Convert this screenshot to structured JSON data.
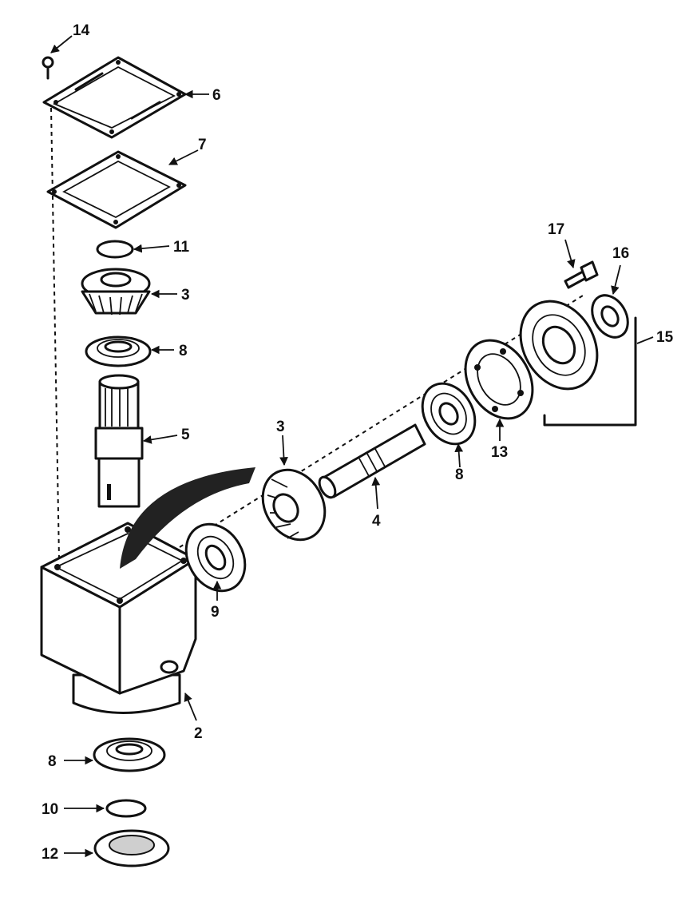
{
  "callouts": {
    "c2": "2",
    "c3a": "3",
    "c3b": "3",
    "c4": "4",
    "c5": "5",
    "c6": "6",
    "c7": "7",
    "c8a": "8",
    "c8b": "8",
    "c8c": "8",
    "c9": "9",
    "c10": "10",
    "c11": "11",
    "c12": "12",
    "c13": "13",
    "c14": "14",
    "c15": "15",
    "c16": "16",
    "c17": "17"
  },
  "colors": {
    "ink": "#111111",
    "paper": "#ffffff"
  }
}
